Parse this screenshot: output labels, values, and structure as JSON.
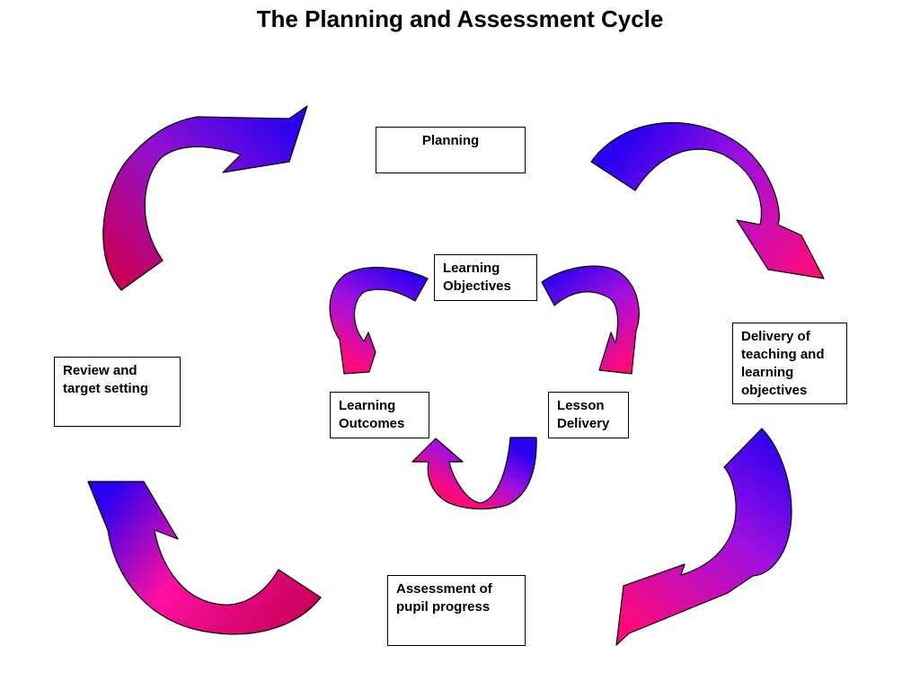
{
  "title": "The Planning and Assessment Cycle",
  "colors": {
    "arrow_start": "#2a00f0",
    "arrow_mid": "#a010e0",
    "arrow_end_pink": "#ff0a7a",
    "arrow_end_crimson": "#c8005a",
    "box_border": "#000000",
    "text": "#000000"
  },
  "outer_cycle": {
    "planning": "Planning",
    "delivery": "Delivery of teaching and learning objectives",
    "assessment": "Assessment of pupil progress",
    "review": "Review and target setting"
  },
  "inner_cycle": {
    "objectives": "Learning Objectives",
    "lesson_delivery": "Lesson Delivery",
    "outcomes": "Learning Outcomes"
  }
}
